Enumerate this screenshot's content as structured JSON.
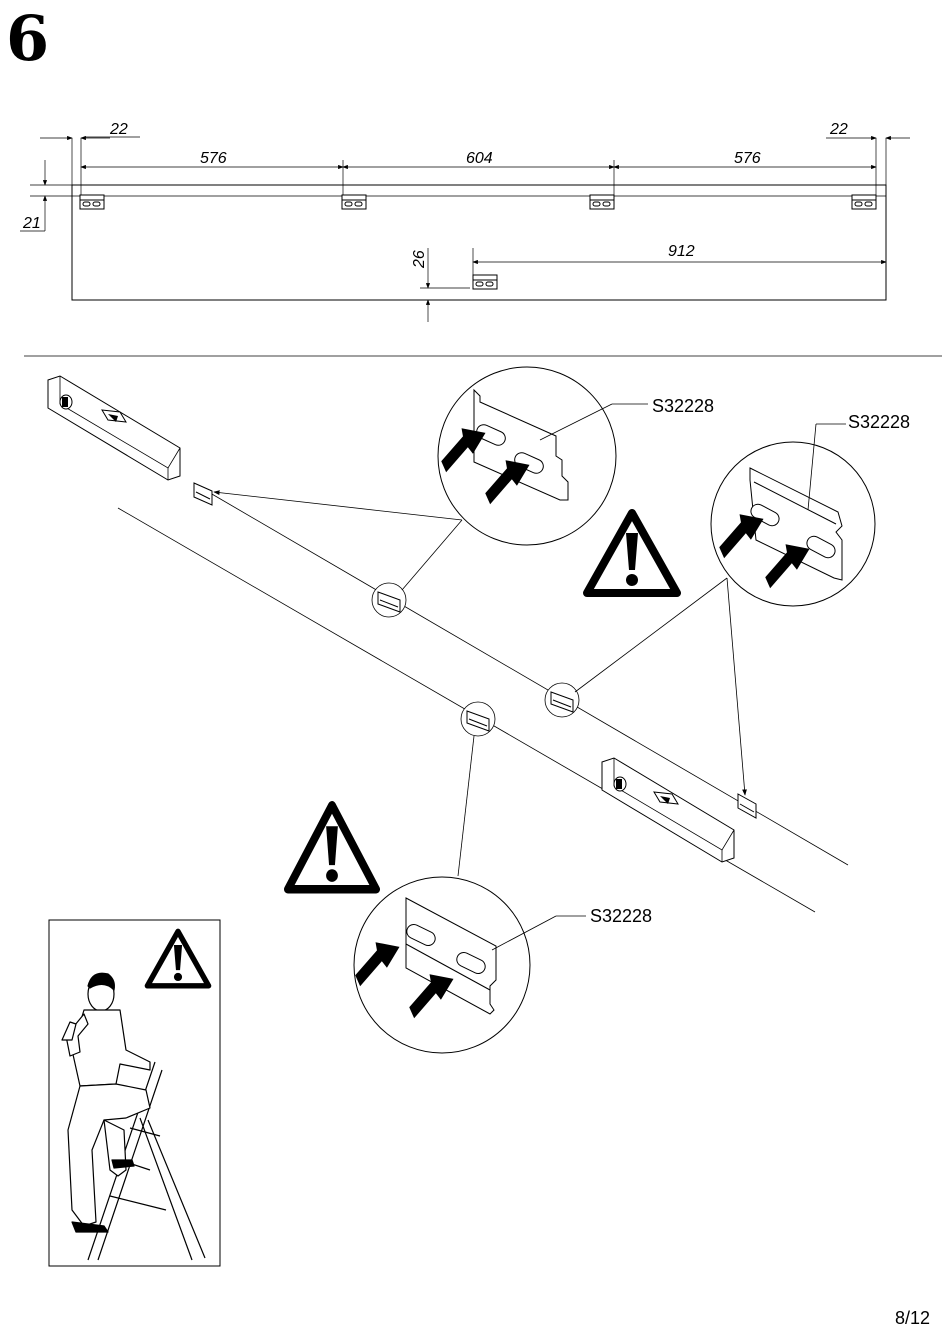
{
  "step": {
    "number": "6"
  },
  "page": {
    "number": "8/12"
  },
  "dimensions": {
    "left_offset": "22",
    "right_offset": "22",
    "span_left": "576",
    "span_middle": "604",
    "span_right": "576",
    "top_offset": "21",
    "bottom_offset": "26",
    "bottom_span": "912"
  },
  "parts": {
    "callout_1": "S32228",
    "callout_2": "S32228",
    "callout_3": "S32228"
  },
  "icons": {
    "warning": "warning-triangle-icon",
    "level": "spirit-level-icon",
    "bracket": "wall-bracket-icon",
    "arrow": "push-arrow-icon",
    "person": "person-on-ladder-icon"
  }
}
